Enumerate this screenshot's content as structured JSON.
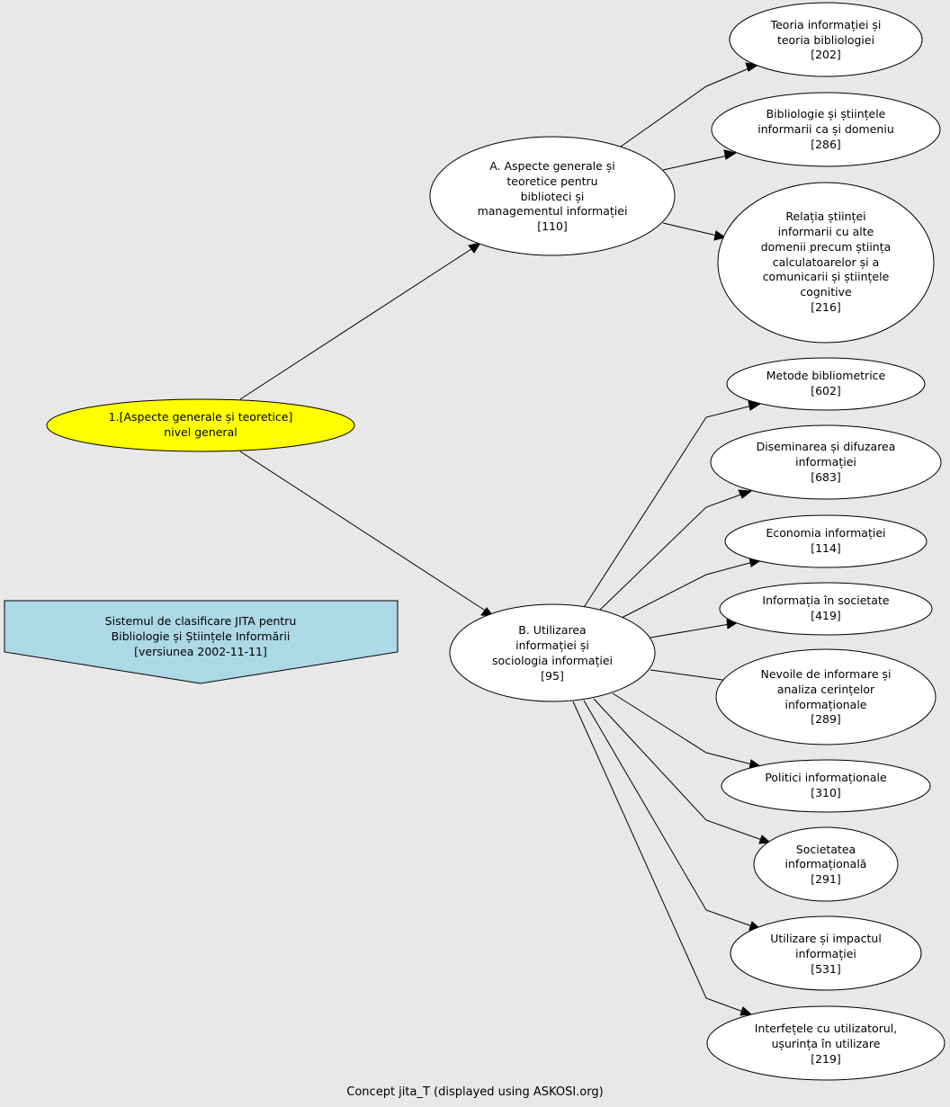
{
  "caption": "Concept jita_T (displayed using ASKOSI.org)",
  "colors": {
    "background": "#e8e8e8",
    "root_fill": "#ffff00",
    "node_fill": "#ffffff",
    "legend_fill": "#add8e6",
    "stroke": "#000000"
  },
  "legend": {
    "lines": [
      "Sistemul de clasificare JITA pentru",
      "Bibliologie și Științele Informării",
      "[versiunea 2002-11-11]"
    ]
  },
  "nodes": {
    "root": {
      "lines": [
        "1.[Aspecte generale și teoretice]",
        "nivel general"
      ]
    },
    "A": {
      "lines": [
        "A. Aspecte generale și",
        "teoretice pentru",
        "biblioteci și",
        "managementul informației",
        "[110]"
      ]
    },
    "B": {
      "lines": [
        "B. Utilizarea",
        "informației și",
        "sociologia informației",
        "[95]"
      ]
    },
    "A1": {
      "lines": [
        "Teoria informației și",
        "teoria bibliologiei",
        "[202]"
      ]
    },
    "A2": {
      "lines": [
        "Bibliologie și științele",
        "informarii ca și domeniu",
        "[286]"
      ]
    },
    "A3": {
      "lines": [
        "Relația științei",
        "informarii cu alte",
        "domenii precum știința",
        "calculatoarelor și a",
        "comunicarii și științele",
        "cognitive",
        "[216]"
      ]
    },
    "B1": {
      "lines": [
        "Metode bibliometrice",
        "[602]"
      ]
    },
    "B2": {
      "lines": [
        "Diseminarea și difuzarea",
        "informației",
        "[683]"
      ]
    },
    "B3": {
      "lines": [
        "Economia informației",
        "[114]"
      ]
    },
    "B4": {
      "lines": [
        "Informația în societate",
        "[419]"
      ]
    },
    "B5": {
      "lines": [
        "Nevoile de informare și",
        "analiza cerințelor",
        "informaționale",
        "[289]"
      ]
    },
    "B6": {
      "lines": [
        "Politici informaționale",
        "[310]"
      ]
    },
    "B7": {
      "lines": [
        "Societatea",
        "informațională",
        "[291]"
      ]
    },
    "B8": {
      "lines": [
        "Utilizare și impactul",
        "informației",
        "[531]"
      ]
    },
    "B9": {
      "lines": [
        "Interfețele cu utilizatorul,",
        "ușurința în utilizare",
        "[219]"
      ]
    }
  }
}
